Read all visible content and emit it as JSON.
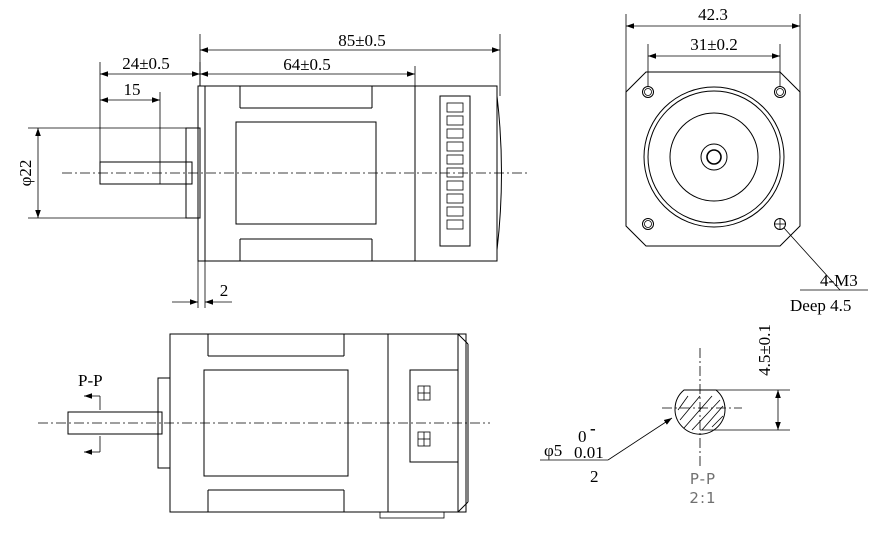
{
  "side_view": {
    "overall_length": "85±0.5",
    "body_length": "64±0.5",
    "shaft_length": "24±0.5",
    "flat_length": "15",
    "pilot_diameter": "φ22",
    "flange_thickness": "2"
  },
  "front_view": {
    "flange_width": "42.3",
    "hole_spacing": "31±0.2",
    "hole_spec_line1": "4-M3",
    "hole_spec_line2": "Deep 4.5"
  },
  "bottom_view": {
    "section_marker": "P-P"
  },
  "section_detail": {
    "shaft_dia_prefix": "φ5",
    "upper_tol": "0",
    "upper_tol_dash": "-",
    "lower_tol": "0.01",
    "extra_label": "2",
    "flat_depth": "4.5±0.1",
    "title": "P-P",
    "scale": "2:1"
  }
}
